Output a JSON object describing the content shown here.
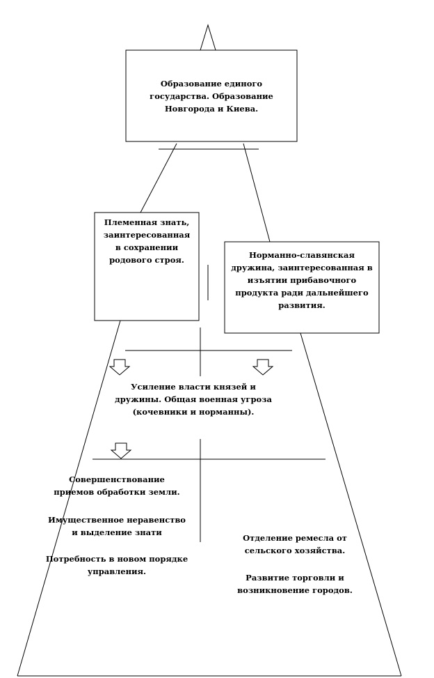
{
  "diagram": {
    "top_box": "Образование единого\nгосударства. Образование\nНовгорода и Киева.",
    "left_box": "Племенная знать,\nзаинтересованная\nв сохранении\nродового строя.",
    "right_box": "Норманно-славянская\nдружина, заинтересованная в\nизъятии прибавочного\nпродукта ради дальнейшего\nразвития.",
    "middle_text": "Усиление власти князей и\nдружины. Общая военная угроза\n(кочевники и норманны).",
    "left_bottom": [
      "Совершенствование\nприемов обработки земли.",
      "Имущественное неравенство\nи выделение знати",
      "Потребность в новом порядке\nуправления."
    ],
    "right_bottom": [
      "Отделение ремесла от\nсельского хозяйства.",
      "Развитие торговли и\nвозникновение городов."
    ]
  }
}
